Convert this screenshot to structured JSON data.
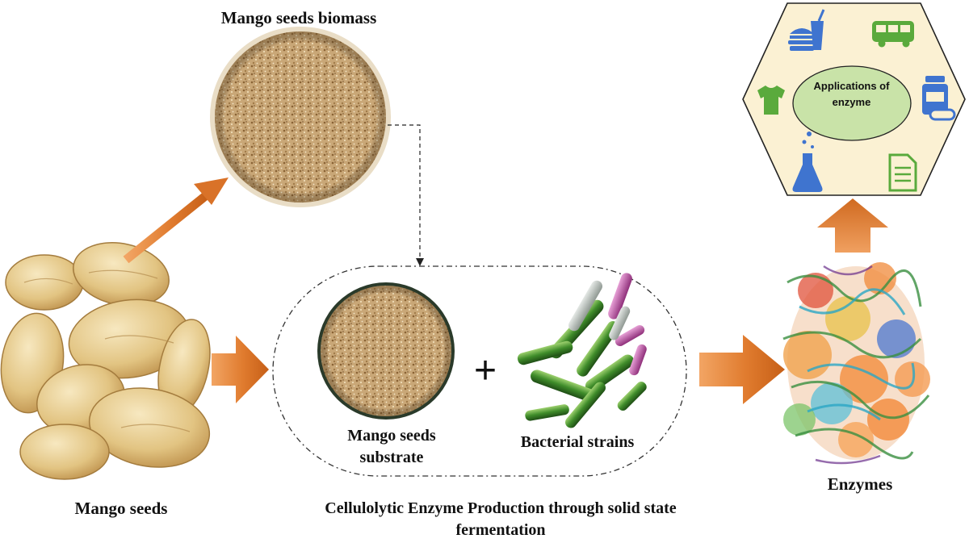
{
  "labels": {
    "biomass_title": "Mango seeds biomass",
    "mango_seeds": "Mango seeds",
    "substrate": "Mango seeds substrate",
    "bacteria": "Bacterial strains",
    "process": "Cellulolytic Enzyme Production through solid state fermentation",
    "enzymes": "Enzymes",
    "applications": "Applications of enzyme",
    "plus": "+"
  },
  "icons": [
    "burger-drink-icon",
    "bus-icon",
    "tshirt-icon",
    "pill-bottle-icon",
    "flask-icon",
    "document-icon"
  ],
  "colors": {
    "arrow": "#e07b2e",
    "hexagon_fill": "#fbf1d3",
    "center_circle": "#c9e3a8",
    "icon_blue": "#3f74cf",
    "icon_green": "#5aaa3c",
    "bacteria_green": "#3f8c2a",
    "bacteria_pink": "#c456a8",
    "seed": "#e4c98f",
    "biomass": "#c6a475"
  }
}
